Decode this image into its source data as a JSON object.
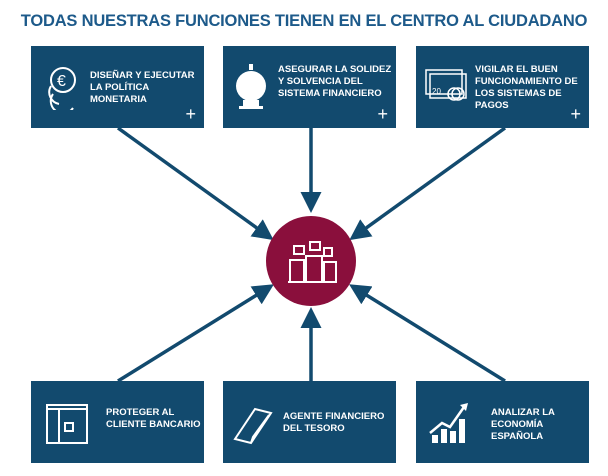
{
  "title": "TODAS NUESTRAS FUNCIONES TIENEN EN EL CENTRO AL CIUDADANO",
  "functions": [
    {
      "label": "DISEÑAR Y EJECUTAR LA POLÍTICA MONETARIA",
      "icon": "euro-coins-icon",
      "expand": "+"
    },
    {
      "label": "ASEGURAR LA SOLIDEZ Y SOLVENCIA DEL SISTEMA FINANCIERO",
      "icon": "piggy-bank-icon",
      "expand": "+"
    },
    {
      "label": "VIGILAR EL BUEN FUNCIONAMIENTO DE LOS SISTEMAS DE PAGOS",
      "icon": "banknotes-coins-icon",
      "banknote": "20",
      "expand": "+"
    },
    {
      "label": "PROTEGER AL CLIENTE BANCARIO",
      "icon": "bank-office-icon"
    },
    {
      "label": "AGENTE FINANCIERO DEL TESORO",
      "icon": "gold-bar-icon"
    },
    {
      "label": "ANALIZAR LA ECONOMÍA ESPAÑOLA",
      "icon": "growth-chart-icon"
    }
  ],
  "center": {
    "icon": "citizens-icon"
  },
  "colors": {
    "box": "#124a6e",
    "center": "#8a0f3c",
    "title": "#1d5a8a"
  }
}
